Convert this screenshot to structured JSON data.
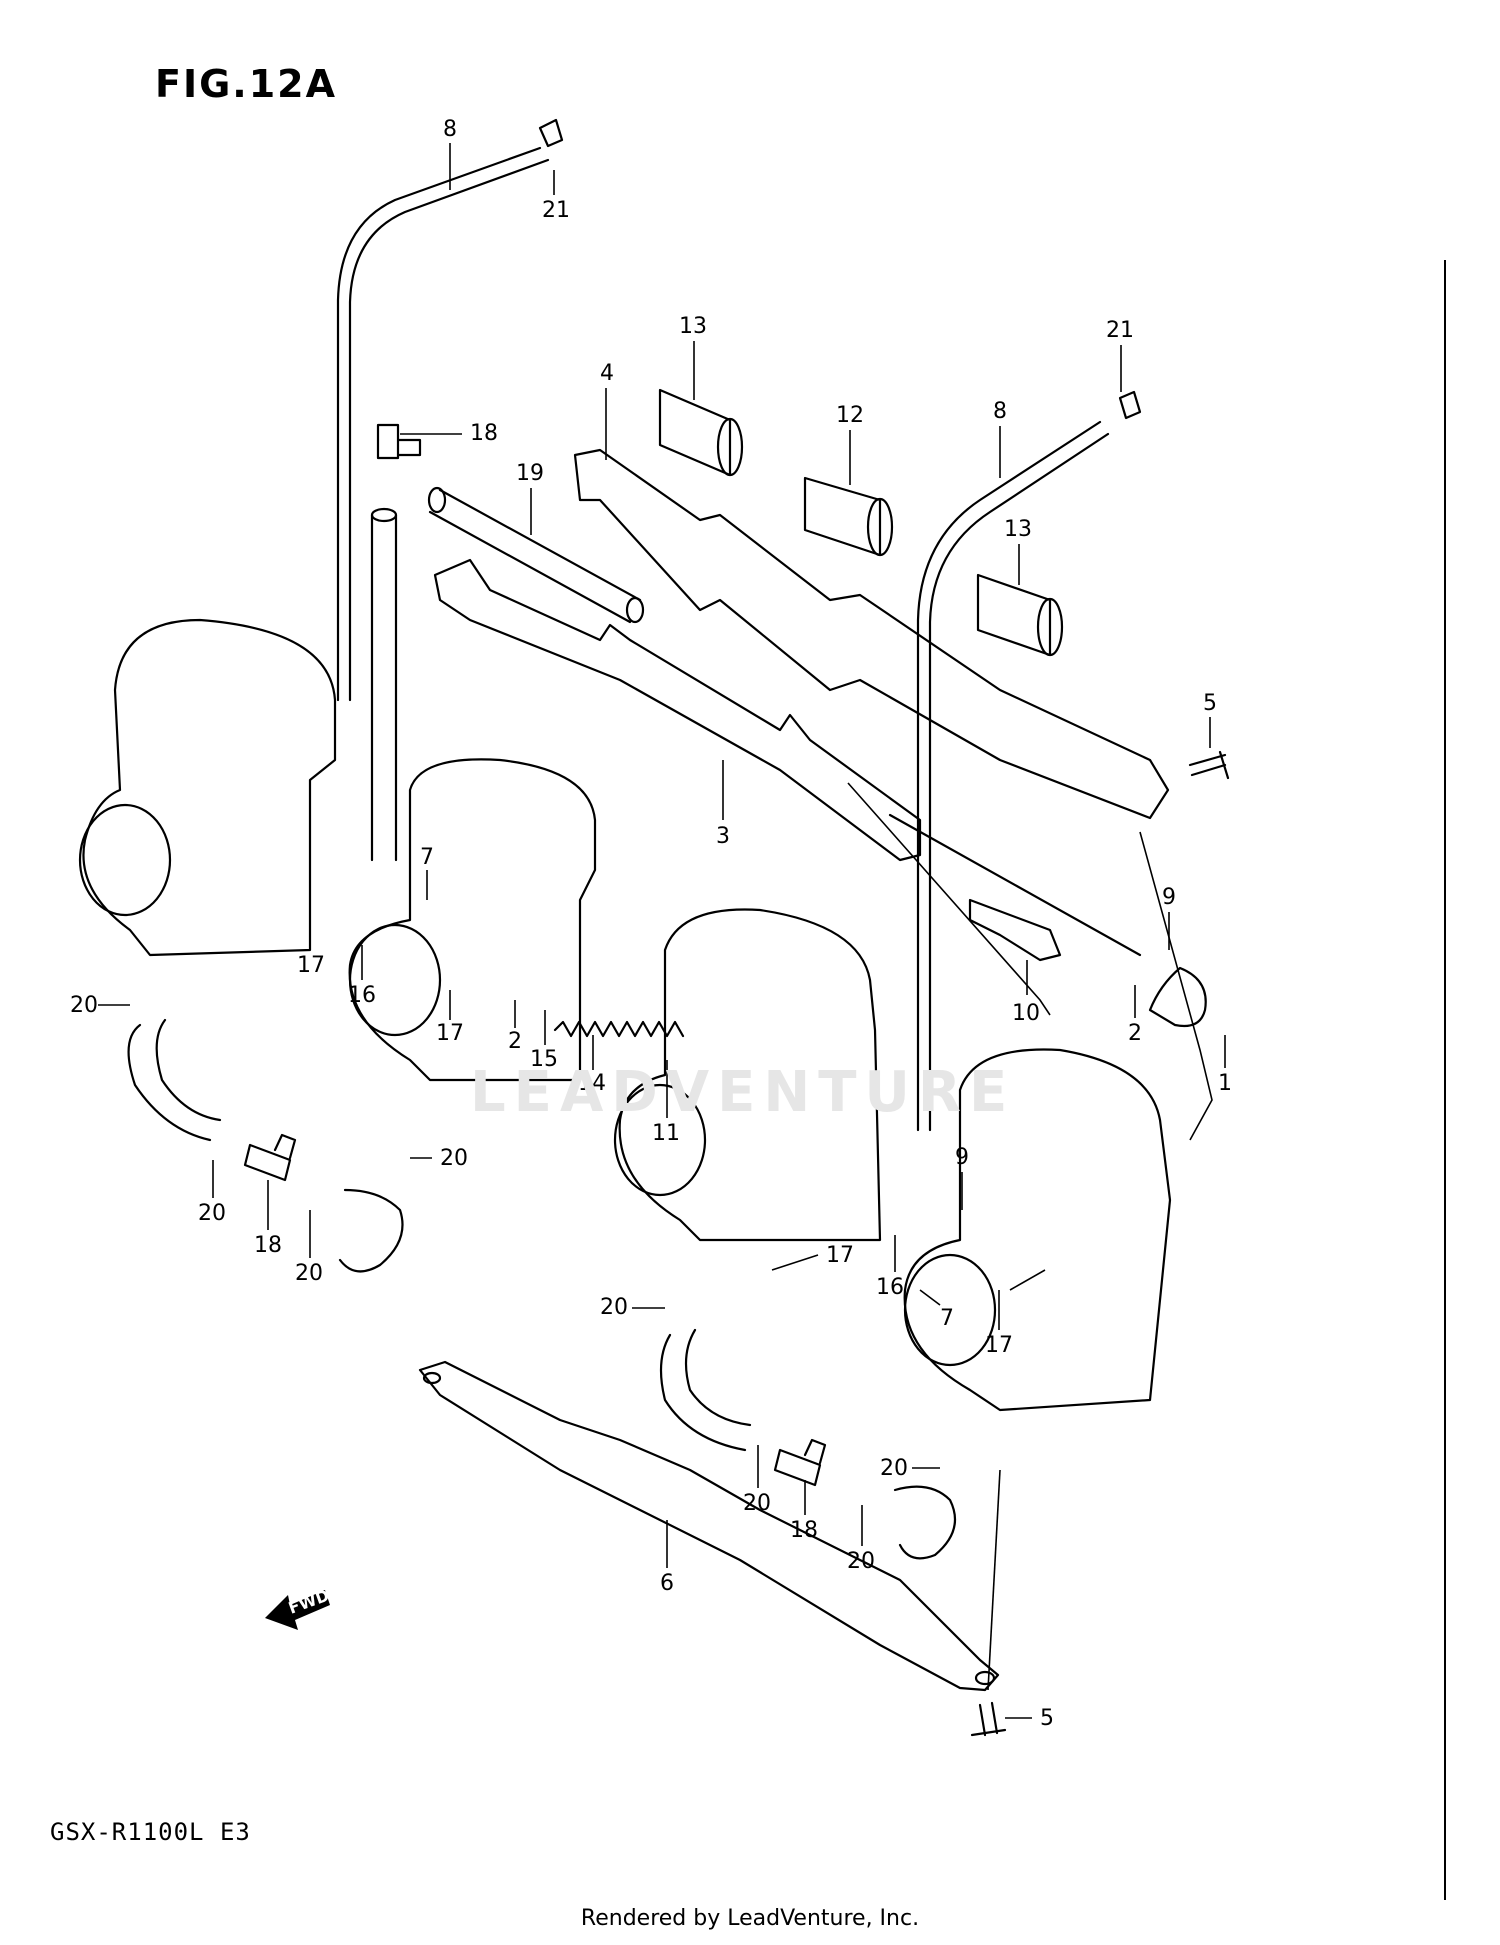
{
  "figure": {
    "title": "FIG.12A",
    "model": "GSX-R1100L  E3",
    "footer": "Rendered by LeadVenture, Inc.",
    "watermark": "LEADVENTURE",
    "direction_label": "FWD"
  },
  "callouts": [
    {
      "id": "c-8a",
      "label": "8"
    },
    {
      "id": "c-21a",
      "label": "21"
    },
    {
      "id": "c-18a",
      "label": "18"
    },
    {
      "id": "c-19",
      "label": "19"
    },
    {
      "id": "c-4",
      "label": "4"
    },
    {
      "id": "c-13a",
      "label": "13"
    },
    {
      "id": "c-12",
      "label": "12"
    },
    {
      "id": "c-8b",
      "label": "8"
    },
    {
      "id": "c-21b",
      "label": "21"
    },
    {
      "id": "c-13b",
      "label": "13"
    },
    {
      "id": "c-5a",
      "label": "5"
    },
    {
      "id": "c-3",
      "label": "3"
    },
    {
      "id": "c-7a",
      "label": "7"
    },
    {
      "id": "c-9a",
      "label": "9"
    },
    {
      "id": "c-10",
      "label": "10"
    },
    {
      "id": "c-2a",
      "label": "2"
    },
    {
      "id": "c-1",
      "label": "1"
    },
    {
      "id": "c-17a",
      "label": "17"
    },
    {
      "id": "c-16a",
      "label": "16"
    },
    {
      "id": "c-17b",
      "label": "17"
    },
    {
      "id": "c-2b",
      "label": "2"
    },
    {
      "id": "c-15",
      "label": "15"
    },
    {
      "id": "c-14",
      "label": "14"
    },
    {
      "id": "c-11",
      "label": "11"
    },
    {
      "id": "c-20a",
      "label": "20"
    },
    {
      "id": "c-20b",
      "label": "20"
    },
    {
      "id": "c-20c",
      "label": "20"
    },
    {
      "id": "c-18b",
      "label": "18"
    },
    {
      "id": "c-20d",
      "label": "20"
    },
    {
      "id": "c-9b",
      "label": "9"
    },
    {
      "id": "c-17c",
      "label": "17"
    },
    {
      "id": "c-16b",
      "label": "16"
    },
    {
      "id": "c-7b",
      "label": "7"
    },
    {
      "id": "c-17d",
      "label": "17"
    },
    {
      "id": "c-20e",
      "label": "20"
    },
    {
      "id": "c-20f",
      "label": "20"
    },
    {
      "id": "c-20g",
      "label": "20"
    },
    {
      "id": "c-18c",
      "label": "18"
    },
    {
      "id": "c-20h",
      "label": "20"
    },
    {
      "id": "c-6",
      "label": "6"
    },
    {
      "id": "c-5b",
      "label": "5"
    }
  ]
}
